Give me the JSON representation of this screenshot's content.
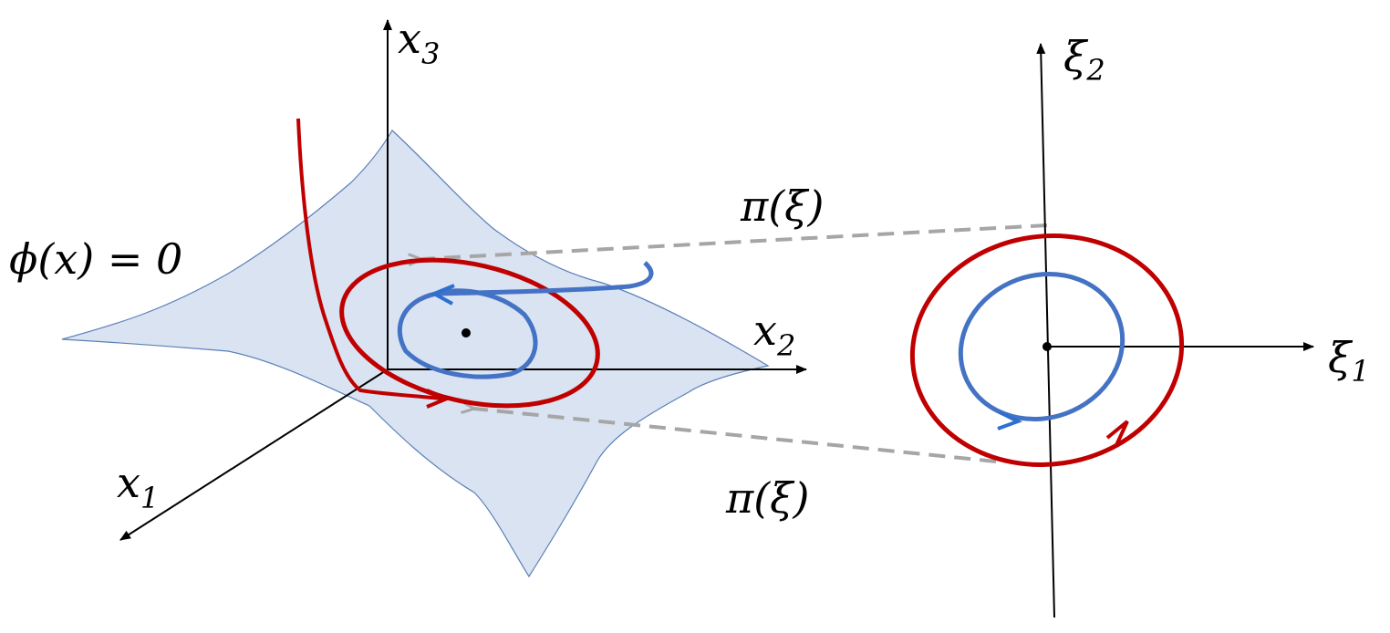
{
  "left_figure": {
    "surface_label": "ϕ(x) = 0",
    "axes": {
      "x1": "x",
      "x1_sub": "1",
      "x2": "x",
      "x2_sub": "2",
      "x3": "x",
      "x3_sub": "3"
    }
  },
  "right_figure": {
    "axes": {
      "xi1": "ξ",
      "xi1_sub": "1",
      "xi2": "ξ",
      "xi2_sub": "2"
    }
  },
  "projection_labels": {
    "top": "π(ξ)",
    "bottom": "π(ξ)"
  },
  "colors": {
    "surface_fill": "#d9e3f2",
    "surface_edge": "#5a7fb8",
    "red_curve": "#c00000",
    "blue_curve": "#4472c4",
    "dashed": "#a6a6a6",
    "axis": "#000000"
  }
}
